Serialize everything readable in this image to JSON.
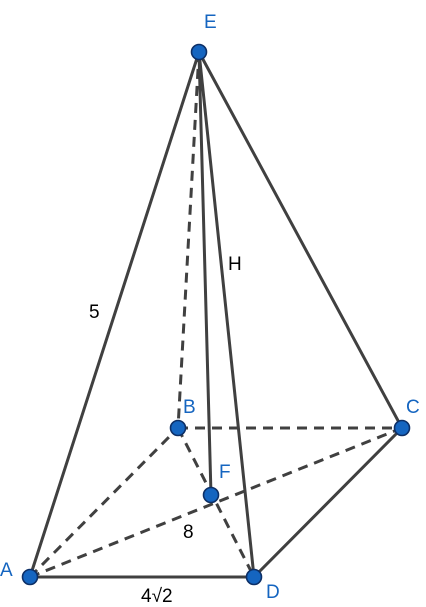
{
  "diagram": {
    "vertex_labels": {
      "E": "E",
      "A": "A",
      "B": "B",
      "C": "C",
      "D": "D",
      "F": "F"
    },
    "measure_labels": {
      "edge_EA": "5",
      "height": "H",
      "diagonal": "8",
      "side_AD": "4√2"
    },
    "colors": {
      "vertex": "#1565c0",
      "edge": "#404040",
      "label": "#1565c0",
      "text": "#000000"
    }
  }
}
